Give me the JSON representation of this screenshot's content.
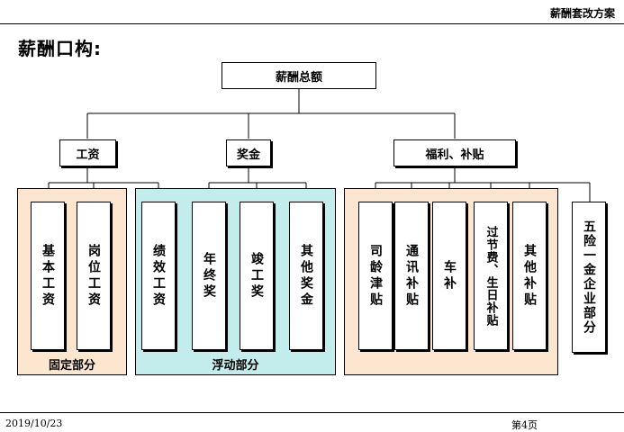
{
  "header": {
    "title": "薪酬套改方案"
  },
  "heading": "薪酬口构:",
  "root": "薪酬总额",
  "level1": [
    "工资",
    "奖金",
    "福利、补贴"
  ],
  "groups": {
    "fixed": {
      "label": "固定部分",
      "items": [
        "基本工资",
        "岗位工资"
      ]
    },
    "floating": {
      "label": "浮动部分",
      "items": [
        "绩效工资",
        "年终奖",
        "竣工奖",
        "其他奖金"
      ]
    },
    "welfare": {
      "items": [
        "司龄津贴",
        "通讯补贴",
        "车补",
        "过节费、生日补贴",
        "其他补贴"
      ]
    }
  },
  "extra": "五险一金企业部分",
  "footer": {
    "date": "2019/10/23",
    "page": "第4页"
  },
  "colors": {
    "fixed_bg": "#fde6d0",
    "floating_bg": "#c3ecec",
    "welfare_bg": "#fde6d0"
  }
}
